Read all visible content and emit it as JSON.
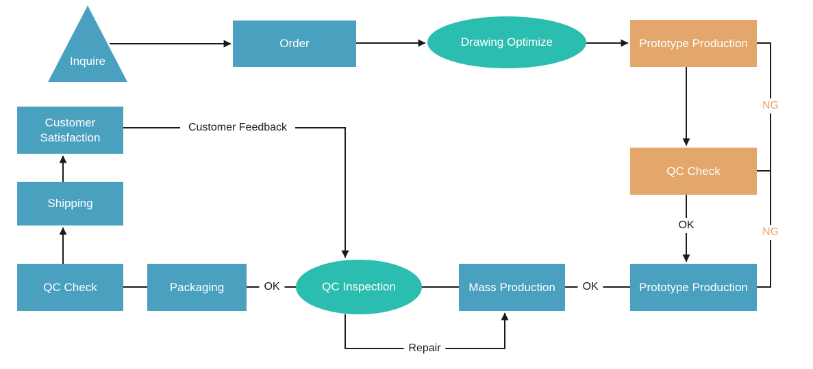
{
  "diagram": {
    "nodes": {
      "inquire": {
        "label": "Inquire",
        "shape": "triangle"
      },
      "order": {
        "label": "Order",
        "shape": "rectangle"
      },
      "drawing_optimize": {
        "label": "Drawing Optimize",
        "shape": "ellipse"
      },
      "prototype_production_top": {
        "label": "Prototype Production",
        "shape": "rectangle"
      },
      "qc_check_right": {
        "label": "QC Check",
        "shape": "rectangle"
      },
      "prototype_production_bottom": {
        "label": "Prototype Production",
        "shape": "rectangle"
      },
      "mass_production": {
        "label": "Mass Production",
        "shape": "rectangle"
      },
      "qc_inspection": {
        "label": "QC Inspection",
        "shape": "ellipse"
      },
      "packaging": {
        "label": "Packaging",
        "shape": "rectangle"
      },
      "qc_check_left": {
        "label": "QC Check",
        "shape": "rectangle"
      },
      "shipping": {
        "label": "Shipping",
        "shape": "rectangle"
      },
      "customer_satisfaction": {
        "label": "Customer Satisfaction",
        "shape": "rectangle"
      }
    },
    "edge_labels": {
      "ng_upper": "NG",
      "ng_lower": "NG",
      "ok_qc_to_prototype": "OK",
      "ok_prototype_to_mass": "OK",
      "ok_inspection_to_packaging": "OK",
      "customer_feedback": "Customer Feedback",
      "repair": "Repair"
    },
    "colors": {
      "process_blue": "#4AA0BF",
      "accent_teal": "#2BBDAF",
      "highlight_orange": "#E3A76B",
      "connector_black": "#1A1A1A",
      "background": "#FFFFFF"
    }
  }
}
